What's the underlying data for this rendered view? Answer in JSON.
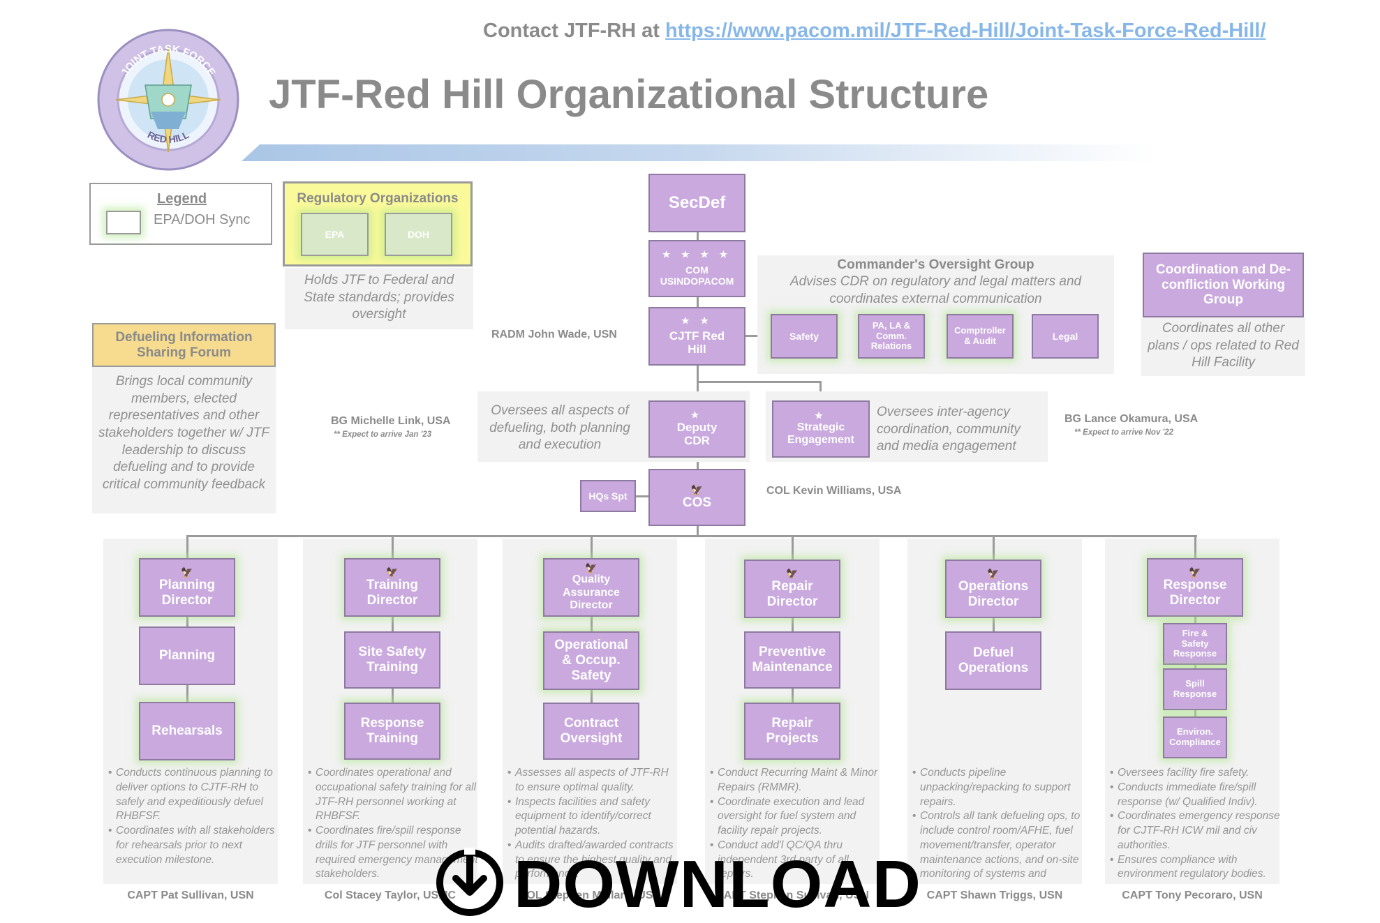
{
  "header": {
    "contact_prefix": "Contact JTF-RH at",
    "contact_url": "https://www.pacom.mil/JTF-Red-Hill/Joint-Task-Force-Red-Hill/",
    "title": "JTF-Red Hill Organizational Structure"
  },
  "logo": {
    "top_text": "JOINT TASK FORCE",
    "bottom_text": "RED HILL"
  },
  "legend": {
    "title": "Legend",
    "item": "EPA/DOH Sync"
  },
  "regulatory": {
    "title": "Regulatory Organizations",
    "items": [
      "EPA",
      "DOH"
    ],
    "note": "Holds JTF to Federal and State standards; provides oversight"
  },
  "defueling_forum": {
    "title": "Defueling Information Sharing Forum",
    "note": "Brings local community members, elected representatives and other stakeholders together w/ JTF leadership to discuss defueling and to provide critical community feedback"
  },
  "chain": {
    "secdef": "SecDef",
    "com_stars": "★ ★ ★ ★",
    "com": "COM USINDOPACOM",
    "cjtf_stars": "★ ★",
    "cjtf": "CJTF Red Hill",
    "cjtf_person": "RADM John Wade, USN",
    "deputy_star": "★",
    "deputy": "Deputy CDR",
    "deputy_note": "Oversees all aspects of defueling, both planning and execution",
    "deputy_person": "BG Michelle Link, USA",
    "deputy_person_note": "** Expect to arrive Jan '23",
    "strategic_star": "★",
    "strategic": "Strategic Engagement",
    "strategic_note": "Oversees inter-agency coordination, community and media engagement",
    "strategic_person": "BG Lance Okamura, USA",
    "strategic_person_note": "** Expect to arrive Nov '22",
    "cos": "COS",
    "cos_person": "COL Kevin Williams, USA",
    "hqs": "HQs Spt"
  },
  "oversight_group": {
    "title": "Commander's Oversight Group",
    "note": "Advises CDR on regulatory and legal matters and coordinates external communication",
    "items": [
      "Safety",
      "PA, LA & Comm. Relations",
      "Comptroller & Audit",
      "Legal"
    ]
  },
  "coordination": {
    "title": "Coordination and De-confliction Working Group",
    "note": "Coordinates all other plans / ops related to Red Hill Facility"
  },
  "directorates": [
    {
      "director": "Planning Director",
      "subs": [
        "Planning",
        "Rehearsals"
      ],
      "bullets": [
        "Conducts continuous planning to deliver options to CJTF-RH to safely and expeditiously defuel RHBFSF.",
        "Coordinates with all stakeholders for rehearsals prior to next execution milestone."
      ],
      "person": "CAPT Pat Sullivan, USN"
    },
    {
      "director": "Training Director",
      "subs": [
        "Site Safety Training",
        "Response Training"
      ],
      "bullets": [
        "Coordinates operational and occupational safety training for all JTF-RH personnel working at RHBFSF.",
        "Coordinates fire/spill response drills for JTF personnel with required emergency management stakeholders."
      ],
      "person": "Col Stacey Taylor, USMC"
    },
    {
      "director": "Quality Assurance Director",
      "subs": [
        "Operational & Occup. Safety",
        "Contract Oversight"
      ],
      "bullets": [
        "Assesses all aspects of JTF-RH to ensure optimal quality.",
        "Inspects facilities and safety equipment to identify/correct potential hazards.",
        "Audits drafted/awarded contracts to ensure the highest quality and performance."
      ],
      "person": "COL Stephen Mallard, USA"
    },
    {
      "director": "Repair Director",
      "subs": [
        "Preventive Maintenance",
        "Repair Projects"
      ],
      "bullets": [
        "Conduct Recurring Maint & Minor Repairs (RMMR).",
        "Coordinate execution and lead oversight for fuel system and facility repair projects.",
        "Conduct add'l QC/QA thru independent 3rd party of all repairs."
      ],
      "person": "CAPT Stephan Sullivan, USN"
    },
    {
      "director": "Operations Director",
      "subs": [
        "Defuel Operations"
      ],
      "bullets": [
        "Conducts pipeline unpacking/repacking to support repairs.",
        "Controls all tank defueling ops, to include control room/AFHE, fuel movement/transfer, operator maintenance actions, and on-site monitoring of systems and infrastructure."
      ],
      "person": "CAPT Shawn Triggs, USN"
    },
    {
      "director": "Response Director",
      "subs": [
        "Fire & Safety Response",
        "Spill Response",
        "Environ. Compliance"
      ],
      "bullets": [
        "Oversees facility fire safety.",
        "Conducts immediate fire/spill response (w/ Qualified Indiv).",
        "Coordinates emergency response for CJTF-RH ICW mil and civ authorities.",
        "Ensures compliance with environment regulatory bodies."
      ],
      "person": "CAPT Tony Pecoraro, USN"
    }
  ],
  "download": {
    "label": "DOWNLOAD"
  },
  "colors": {
    "box": "#c9a9de",
    "glow": "#b3e68c",
    "forum": "#f7dc8f",
    "regulatory": "#fbfa9a"
  }
}
